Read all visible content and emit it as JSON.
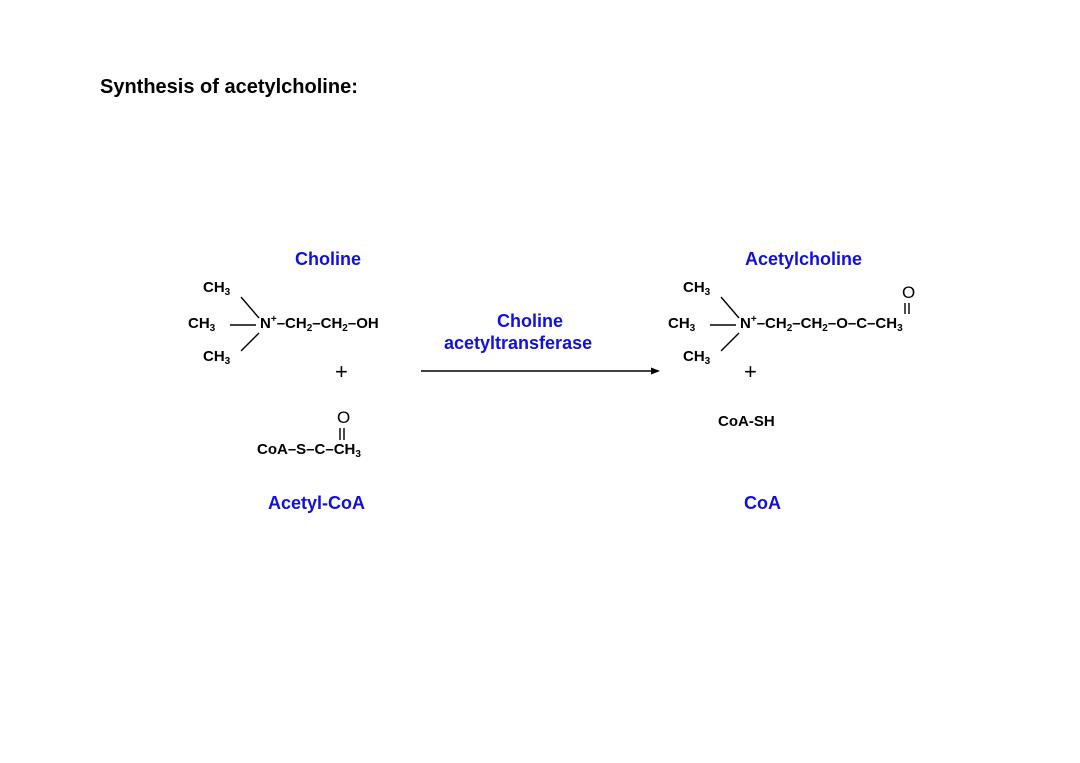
{
  "title": "Synthesis of acetylcholine:",
  "labels": {
    "choline": "Choline",
    "acetylcholine": "Acetylcholine",
    "enzyme_line1": "Choline",
    "enzyme_line2": "acetyltransferase",
    "acetyl_coa": "Acetyl-CoA",
    "coa": "CoA"
  },
  "formula_parts": {
    "ch": "CH",
    "three": "3",
    "two": "2",
    "n": "N",
    "plus_charge": "+",
    "dash": "–",
    "oh": "OH",
    "o": "O",
    "c": "C",
    "coa_s": "CoA–S–",
    "coa_sh": "CoA-SH"
  },
  "plus_sign": "+",
  "colors": {
    "label_blue": "#1010e0",
    "text": "#000000"
  }
}
